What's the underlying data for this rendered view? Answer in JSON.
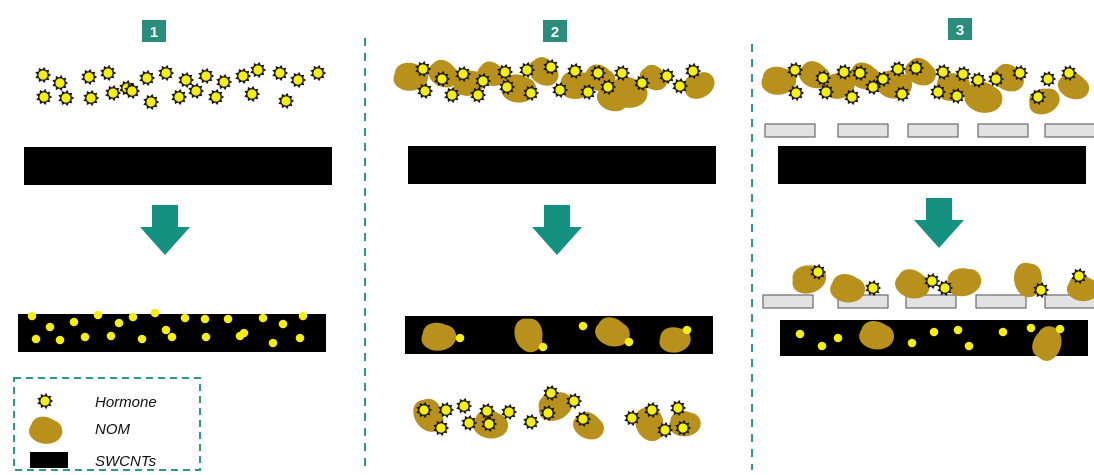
{
  "panels": [
    {
      "number": "1"
    },
    {
      "number": "2"
    },
    {
      "number": "3"
    }
  ],
  "legend": {
    "hormone": "Hormone",
    "nom": "NOM",
    "swcnts": "SWCNTs"
  },
  "colors": {
    "badge": "#2a8c7c",
    "arrow": "#149181",
    "divider": "#2a9a8a",
    "hormone_fill": "#f5ee12",
    "hormone_ring": "#1a1a1a",
    "nom": "#b8901c",
    "swcnt": "#000000",
    "plate_fill": "#e2e2e2",
    "plate_stroke": "#6a6a6a"
  }
}
